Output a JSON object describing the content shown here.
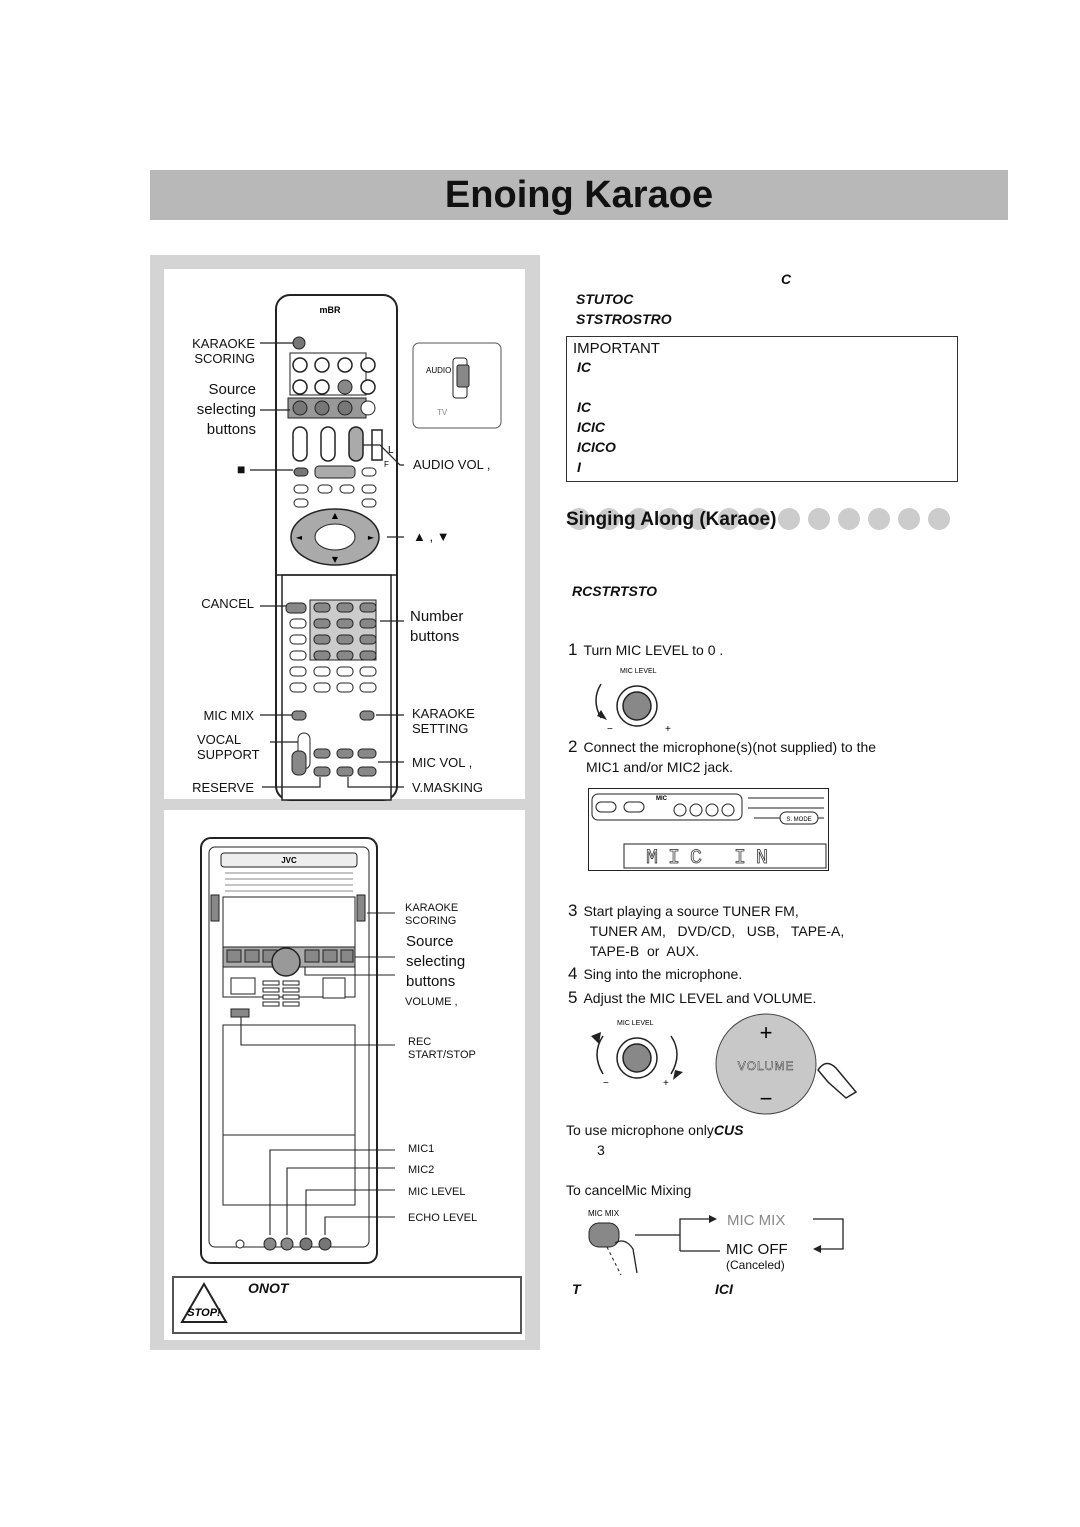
{
  "page": {
    "title": "Enoing Karaoe",
    "colors": {
      "title_bar": "#b8b8b8",
      "panel_bg": "#d4d4d4"
    }
  },
  "remote": {
    "brand": "mBR",
    "mode_labels": [
      "AUDIO",
      "TV"
    ],
    "switch_labels": [
      "L",
      "F"
    ],
    "labels": {
      "karaoke_scoring": [
        "KARAOKE",
        "SCORING"
      ],
      "source_selecting": [
        "Source",
        "selecting",
        "buttons"
      ],
      "stop_symbol": "■",
      "audio_vol": "AUDIO VOL ,",
      "up_down": "▲ , ▼",
      "cancel": "CANCEL",
      "number_buttons": [
        "Number",
        "buttons"
      ],
      "mic_mix": "MIC MIX",
      "karaoke_setting": [
        "KARAOKE",
        "SETTING"
      ],
      "vocal_support": [
        "VOCAL",
        "SUPPORT"
      ],
      "mic_vol": "MIC VOL ,",
      "reserve": "RESERVE",
      "v_masking": "V.MASKING"
    }
  },
  "unit": {
    "brand": "JVC",
    "labels": {
      "karaoke_scoring": [
        "KARAOKE",
        "SCORING"
      ],
      "source_selecting": [
        "Source",
        "selecting",
        "buttons"
      ],
      "volume": "VOLUME ,",
      "rec_start_stop": [
        "REC",
        "START/STOP"
      ],
      "mic1": "MIC1",
      "mic2": "MIC2",
      "mic_level": "MIC LEVEL",
      "echo_level": "ECHO LEVEL"
    }
  },
  "caution": {
    "stop_sign": "STOP!",
    "text": "ONOT"
  },
  "right": {
    "top_letter": "C",
    "intro_lines": [
      "STUTOC",
      "STSTROSTRO"
    ],
    "important": {
      "heading": "IMPORTANT",
      "lines": [
        "IC",
        "IC",
        "ICIC",
        "ICICO",
        "I"
      ]
    },
    "section_title": "Singing Along (Karaoe)",
    "subsection": "RCSTRTSTO",
    "steps": [
      {
        "num": "1",
        "lines": [
          "Turn MIC LEVEL to  0 ."
        ]
      },
      {
        "num": "2",
        "lines": [
          "Connect the microphone(s)(not supplied) to the",
          "MIC1 and/or MIC2 jack."
        ]
      },
      {
        "num": "3",
        "lines": [
          "Start playing a source  TUNER FM,",
          " TUNER AM,   DVD/CD,   USB,   TAPE-A,",
          " TAPE-B  or  AUX."
        ]
      },
      {
        "num": "4",
        "lines": [
          "Sing into the microphone."
        ]
      },
      {
        "num": "5",
        "lines": [
          "Adjust the MIC LEVEL and VOLUME."
        ]
      }
    ],
    "knob_label": "MIC LEVEL",
    "knob_minus": "−",
    "knob_plus": "+",
    "volume_label": "VOLUME",
    "volume_plus": "+",
    "volume_minus": "−",
    "display": {
      "lcd_text": "MIC IN",
      "smode": "S. MODE",
      "mic_tag": "MIC"
    },
    "mic_only": {
      "text": "To use microphone only",
      "bold": "CUS",
      "ref": "3"
    },
    "cancel_mix": {
      "text": "To cancelMic Mixing",
      "button_label": "MIC MIX",
      "state_on": "MIC MIX",
      "state_off": "MIC OFF",
      "state_off_note": "(Canceled)"
    },
    "footer": {
      "left": "T",
      "right": "ICI"
    }
  }
}
